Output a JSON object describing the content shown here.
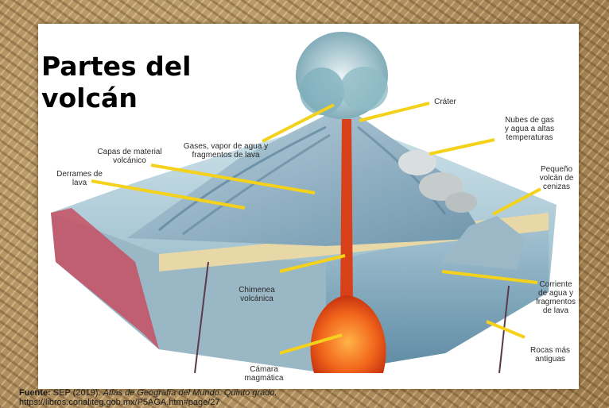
{
  "title": "Partes del\nvolcán",
  "labels": {
    "crater": "Cráter",
    "gases": "Gases, vapor de agua y\nfragmentos de lava",
    "nubes": "Nubes de gas\ny agua a altas\ntemperaturas",
    "capas": "Capas de material\nvolcánico",
    "derrames": "Derrames de\nlava",
    "pequeno": "Pequeño\nvolcán de\ncenizas",
    "chimenea": "Chimenea\nvolcánica",
    "corriente": "Corriente\nde agua y\nfragmentos\nde lava",
    "rocas": "Rocas más\nantiguas",
    "camara": "Cámara\nmagmática"
  },
  "source": {
    "prefix": "Fuente:",
    "text": " SEP (2019). ",
    "italic": "Atlas de Geografía del Mundo. Quinto grado.",
    "url": "https://libros.conaliteg.gob.mx/P5AGA.htm#page/27"
  }
}
